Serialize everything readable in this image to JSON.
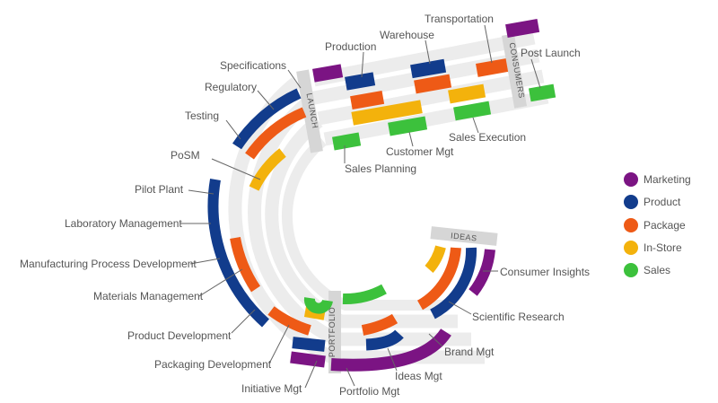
{
  "colors": {
    "Marketing": "#7b1483",
    "Product": "#123c8c",
    "Package": "#ee5a16",
    "In-Store": "#f3b20c",
    "Sales": "#3cc13c",
    "track": "#ececec",
    "tab": "#d6d6d6"
  },
  "legend": [
    {
      "key": "Marketing",
      "label": "Marketing"
    },
    {
      "key": "Product",
      "label": "Product"
    },
    {
      "key": "Package",
      "label": "Package"
    },
    {
      "key": "In-Store",
      "label": "In-Store"
    },
    {
      "key": "Sales",
      "label": "Sales"
    }
  ],
  "stages": {
    "launch": "LAUNCH",
    "consumers": "CONSUMERS",
    "portfolio": "PORTFOLIO",
    "ideas": "IDEAS"
  },
  "labels": {
    "transportation": "Transportation",
    "production": "Production",
    "warehouse": "Warehouse",
    "post_launch": "Post Launch",
    "specifications": "Specifications",
    "regulatory": "Regulatory",
    "testing": "Testing",
    "posm": "PoSM",
    "pilot_plant": "Pilot Plant",
    "laboratory_management": "Laboratory Management",
    "manufacturing_process_development": "Manufacturing Process Development",
    "materials_management": "Materials Management",
    "product_development": "Product Development",
    "packaging_development": "Packaging Development",
    "initiative_mgt": "Initiative Mgt",
    "portfolio_mgt": "Portfolio Mgt",
    "ideas_mgt": "Ideas Mgt",
    "brand_mgt": "Brand Mgt",
    "scientific_research": "Scientific Research",
    "consumer_insights": "Consumer Insights",
    "sales_planning": "Sales Planning",
    "customer_mgt": "Customer  Mgt",
    "sales_execution": "Sales Execution"
  }
}
